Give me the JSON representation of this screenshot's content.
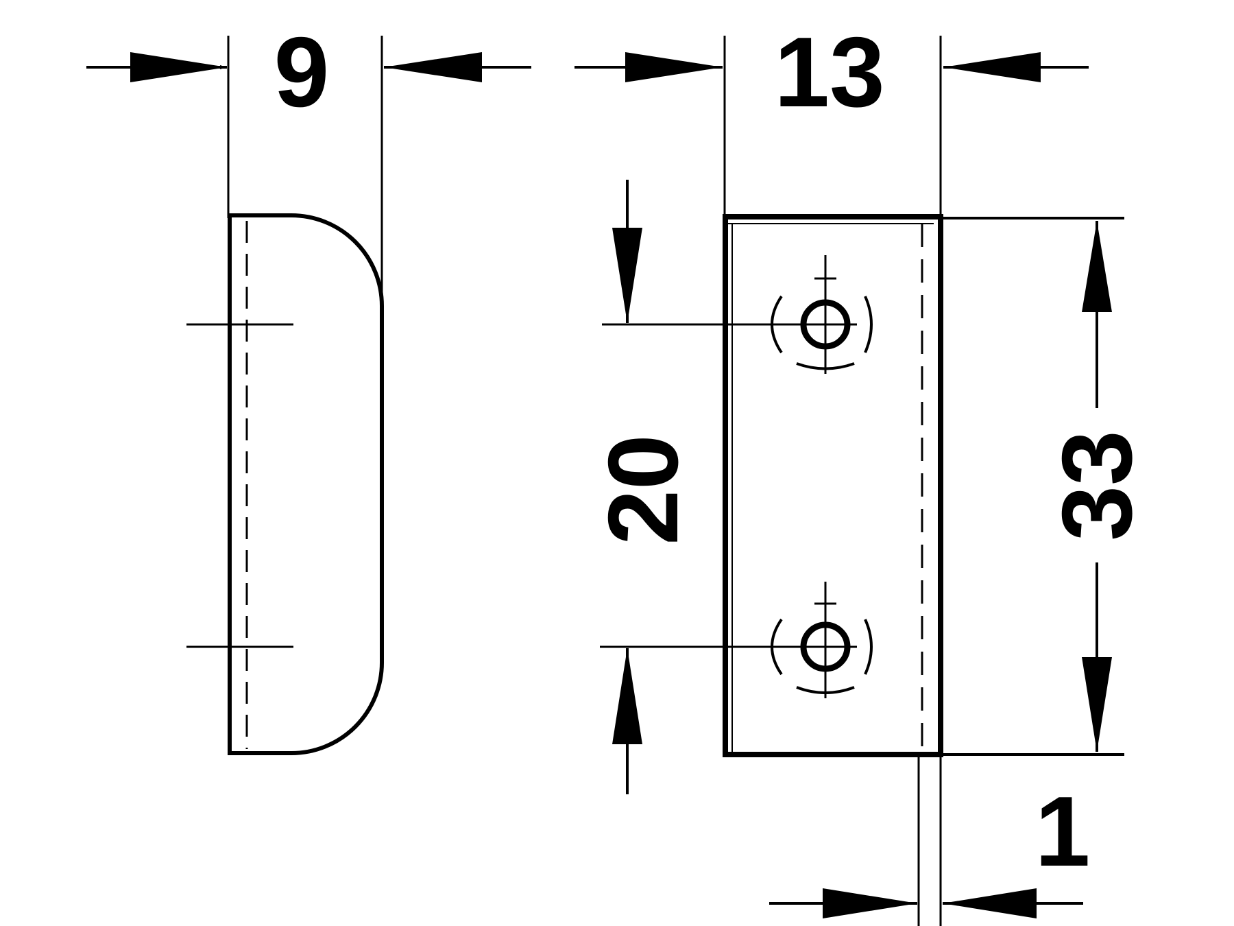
{
  "drawing": {
    "dimensions": {
      "side_width": "9",
      "front_width": "13",
      "hole_spacing": "20",
      "height": "33",
      "offset": "1"
    },
    "colors": {
      "line": "#000000",
      "background": "#ffffff"
    }
  }
}
